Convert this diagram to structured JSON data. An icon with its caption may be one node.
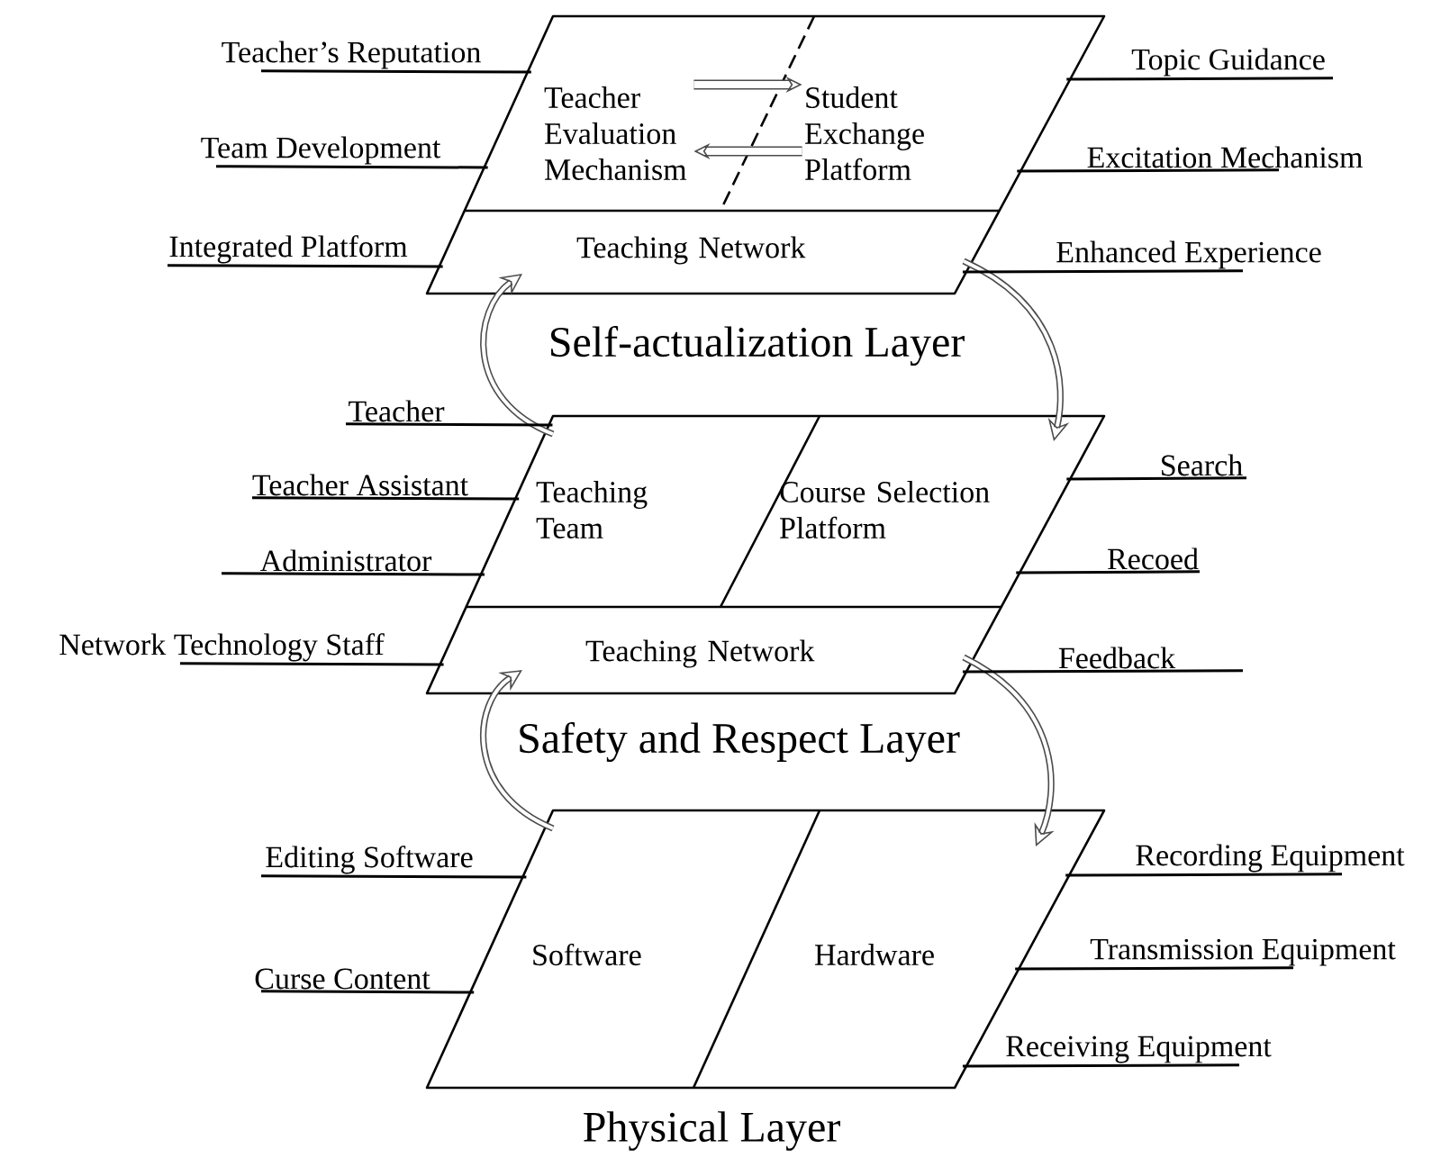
{
  "diagram": {
    "nodes": [
      {
        "text": [
          "Self-actualization Layer"
        ]
      },
      {
        "text": [
          "Teacher Evaluation Mechanism"
        ],
        "in": 0
      },
      {
        "text": [
          "Student Exchange Platform"
        ],
        "in": 0
      },
      {
        "text": [
          "Teaching Network"
        ],
        "in": 0
      },
      {
        "text": [
          "Safety and Respect Layer"
        ]
      },
      {
        "text": [
          "Teaching Team"
        ],
        "in": 4
      },
      {
        "text": [
          "Course Selection Platform"
        ],
        "in": 4
      },
      {
        "text": [
          "Teaching Network"
        ],
        "in": 4
      },
      {
        "text": [
          "Physical Layer"
        ]
      },
      {
        "text": [
          "Software"
        ],
        "in": 8
      },
      {
        "text": [
          "Hardware"
        ],
        "in": 8
      },
      {
        "text": [
          "Teacher’s Reputation"
        ]
      },
      {
        "text": [
          "Topic Guidance"
        ]
      },
      {
        "text": [
          "Team Development"
        ]
      },
      {
        "text": [
          "Excitation Mechanism"
        ]
      },
      {
        "text": [
          "Integrated Platform"
        ]
      },
      {
        "text": [
          "Enhanced Experience"
        ]
      },
      {
        "text": [
          "Teacher"
        ]
      },
      {
        "text": [
          "Teacher Assistant"
        ]
      },
      {
        "text": [
          "Search"
        ]
      },
      {
        "text": [
          "Administrator"
        ]
      },
      {
        "text": [
          "Recoed"
        ]
      },
      {
        "text": [
          "Network Technology Staff"
        ]
      },
      {
        "text": [
          "Feedback"
        ]
      },
      {
        "text": [
          "Editing Software"
        ]
      },
      {
        "text": [
          "Recording Equipment"
        ]
      },
      {
        "text": [
          "Curse Content"
        ]
      },
      {
        "text": [
          "Transmission Equipment"
        ]
      },
      {
        "text": [
          "Receiving Equipment"
        ]
      }
    ],
    "edges": [
      {
        "from": 1,
        "to": 2,
        "arrow": "to",
        "style": "thick"
      },
      {
        "from": 2,
        "to": 1,
        "arrow": "to",
        "style": "thick"
      },
      {
        "from": 8,
        "to": 4,
        "arrow": "to",
        "style": "thick"
      },
      {
        "from": 4,
        "to": 0,
        "arrow": "to",
        "style": "thick"
      },
      {
        "from": 0,
        "to": 4,
        "arrow": "to",
        "style": "thick"
      },
      {
        "from": 4,
        "to": 8,
        "arrow": "to",
        "style": "thick"
      },
      {
        "from": 11,
        "to": 0,
        "arrow": "none"
      },
      {
        "from": 12,
        "to": 0,
        "arrow": "none"
      },
      {
        "from": 13,
        "to": 0,
        "arrow": "none"
      },
      {
        "from": 14,
        "to": 0,
        "arrow": "none"
      },
      {
        "from": 15,
        "to": 0,
        "arrow": "none"
      },
      {
        "from": 16,
        "to": 0,
        "arrow": "none"
      },
      {
        "from": 17,
        "to": 4,
        "arrow": "none"
      },
      {
        "from": 18,
        "to": 4,
        "arrow": "none"
      },
      {
        "from": 19,
        "to": 4,
        "arrow": "none"
      },
      {
        "from": 20,
        "to": 4,
        "arrow": "none"
      },
      {
        "from": 21,
        "to": 4,
        "arrow": "none"
      },
      {
        "from": 22,
        "to": 4,
        "arrow": "none"
      },
      {
        "from": 23,
        "to": 4,
        "arrow": "none"
      },
      {
        "from": 24,
        "to": 8,
        "arrow": "none"
      },
      {
        "from": 25,
        "to": 8,
        "arrow": "none"
      },
      {
        "from": 26,
        "to": 8,
        "arrow": "none"
      },
      {
        "from": 27,
        "to": 8,
        "arrow": "none"
      },
      {
        "from": 28,
        "to": 8,
        "arrow": "none"
      }
    ]
  }
}
